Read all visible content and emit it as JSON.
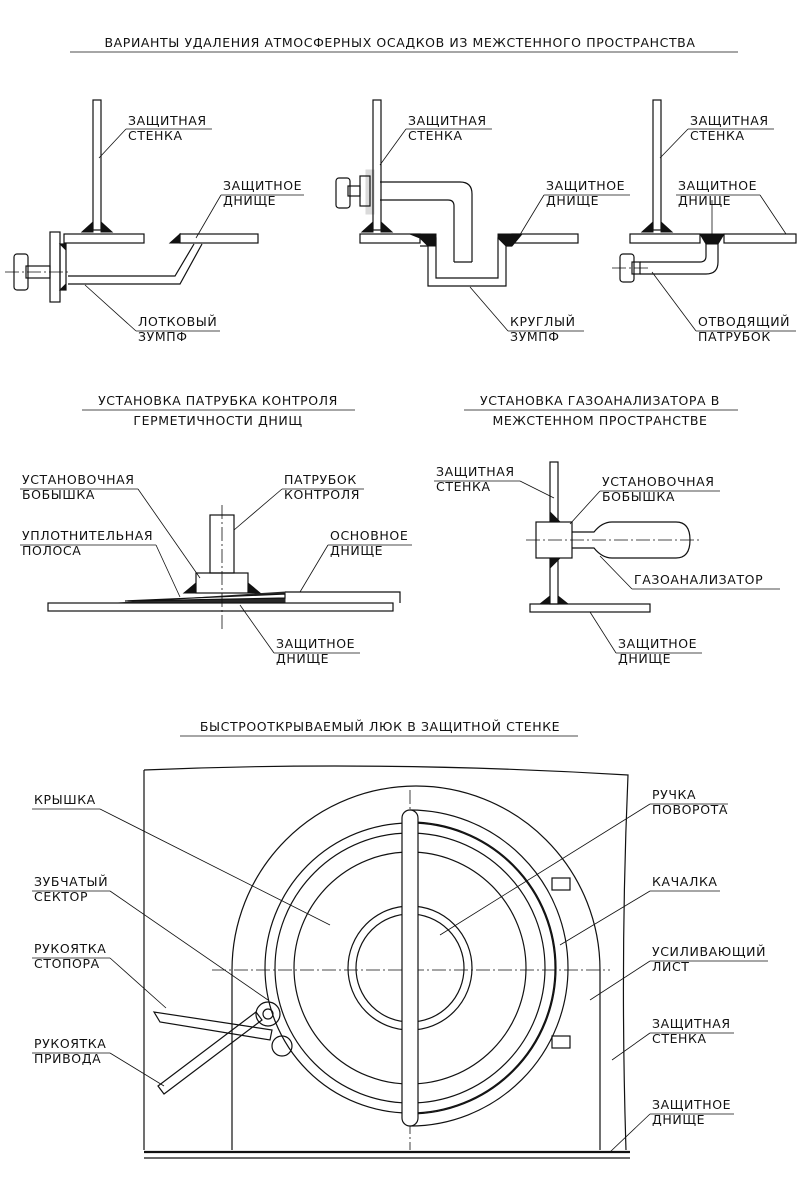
{
  "titles": {
    "drainage": "ВАРИАНТЫ УДАЛЕНИЯ АТМОСФЕРНЫХ ОСАДКОВ ИЗ МЕЖСТЕННОГО ПРОСТРАНСТВА",
    "nozzle_line1": "УСТАНОВКА ПАТРУБКА КОНТРОЛЯ",
    "nozzle_line2": "ГЕРМЕТИЧНОСТИ ДНИЩ",
    "gas_line1": "УСТАНОВКА ГАЗОАНАЛИЗАТОРА В",
    "gas_line2": "МЕЖСТЕННОМ ПРОСТРАНСТВЕ",
    "hatch": "БЫСТРООТКРЫВАЕМЫЙ ЛЮК В ЗАЩИТНОЙ СТЕНКЕ"
  },
  "drainage": {
    "tray": {
      "wall": [
        "ЗАЩИТНАЯ",
        "СТЕНКА"
      ],
      "bottom": [
        "ЗАЩИТНОЕ",
        "ДНИЩЕ"
      ],
      "sump": [
        "ЛОТКОВЫЙ",
        "ЗУМПФ"
      ]
    },
    "round": {
      "wall": [
        "ЗАЩИТНАЯ",
        "СТЕНКА"
      ],
      "bottom": [
        "ЗАЩИТНОЕ",
        "ДНИЩЕ"
      ],
      "sump": [
        "КРУГЛЫЙ",
        "ЗУМПФ"
      ]
    },
    "pipe": {
      "wall": [
        "ЗАЩИТНАЯ",
        "СТЕНКА"
      ],
      "bottom": [
        "ЗАЩИТНОЕ",
        "ДНИЩЕ"
      ],
      "outlet": [
        "ОТВОДЯЩИЙ",
        "ПАТРУБОК"
      ]
    }
  },
  "nozzle": {
    "boss": [
      "УСТАНОВОЧНАЯ",
      "БОБЫШКА"
    ],
    "nozzle": [
      "ПАТРУБОК",
      "КОНТРОЛЯ"
    ],
    "strip": [
      "УПЛОТНИТЕЛЬНАЯ",
      "ПОЛОСА"
    ],
    "main_bottom": [
      "ОСНОВНОЕ",
      "ДНИЩЕ"
    ],
    "protective_bottom": [
      "ЗАЩИТНОЕ",
      "ДНИЩЕ"
    ]
  },
  "gas": {
    "wall": [
      "ЗАЩИТНАЯ",
      "СТЕНКА"
    ],
    "boss": [
      "УСТАНОВОЧНАЯ",
      "БОБЫШКА"
    ],
    "analyzer": "ГАЗОАНАЛИЗАТОР",
    "bottom": [
      "ЗАЩИТНОЕ",
      "ДНИЩЕ"
    ]
  },
  "hatch": {
    "cover": "КРЫШКА",
    "sector": [
      "ЗУБЧАТЫЙ",
      "СЕКТОР"
    ],
    "stop_handle": [
      "РУКОЯТКА",
      "СТОПОРА"
    ],
    "drive_handle": [
      "РУКОЯТКА",
      "ПРИВОДА"
    ],
    "rotation_handle": [
      "РУЧКА",
      "ПОВОРОТА"
    ],
    "rocker": "КАЧАЛКА",
    "reinforcing_sheet": [
      "УСИЛИВАЮЩИЙ",
      "ЛИСТ"
    ],
    "wall": [
      "ЗАЩИТНАЯ",
      "СТЕНКА"
    ],
    "bottom": [
      "ЗАЩИТНОЕ",
      "ДНИЩЕ"
    ]
  }
}
